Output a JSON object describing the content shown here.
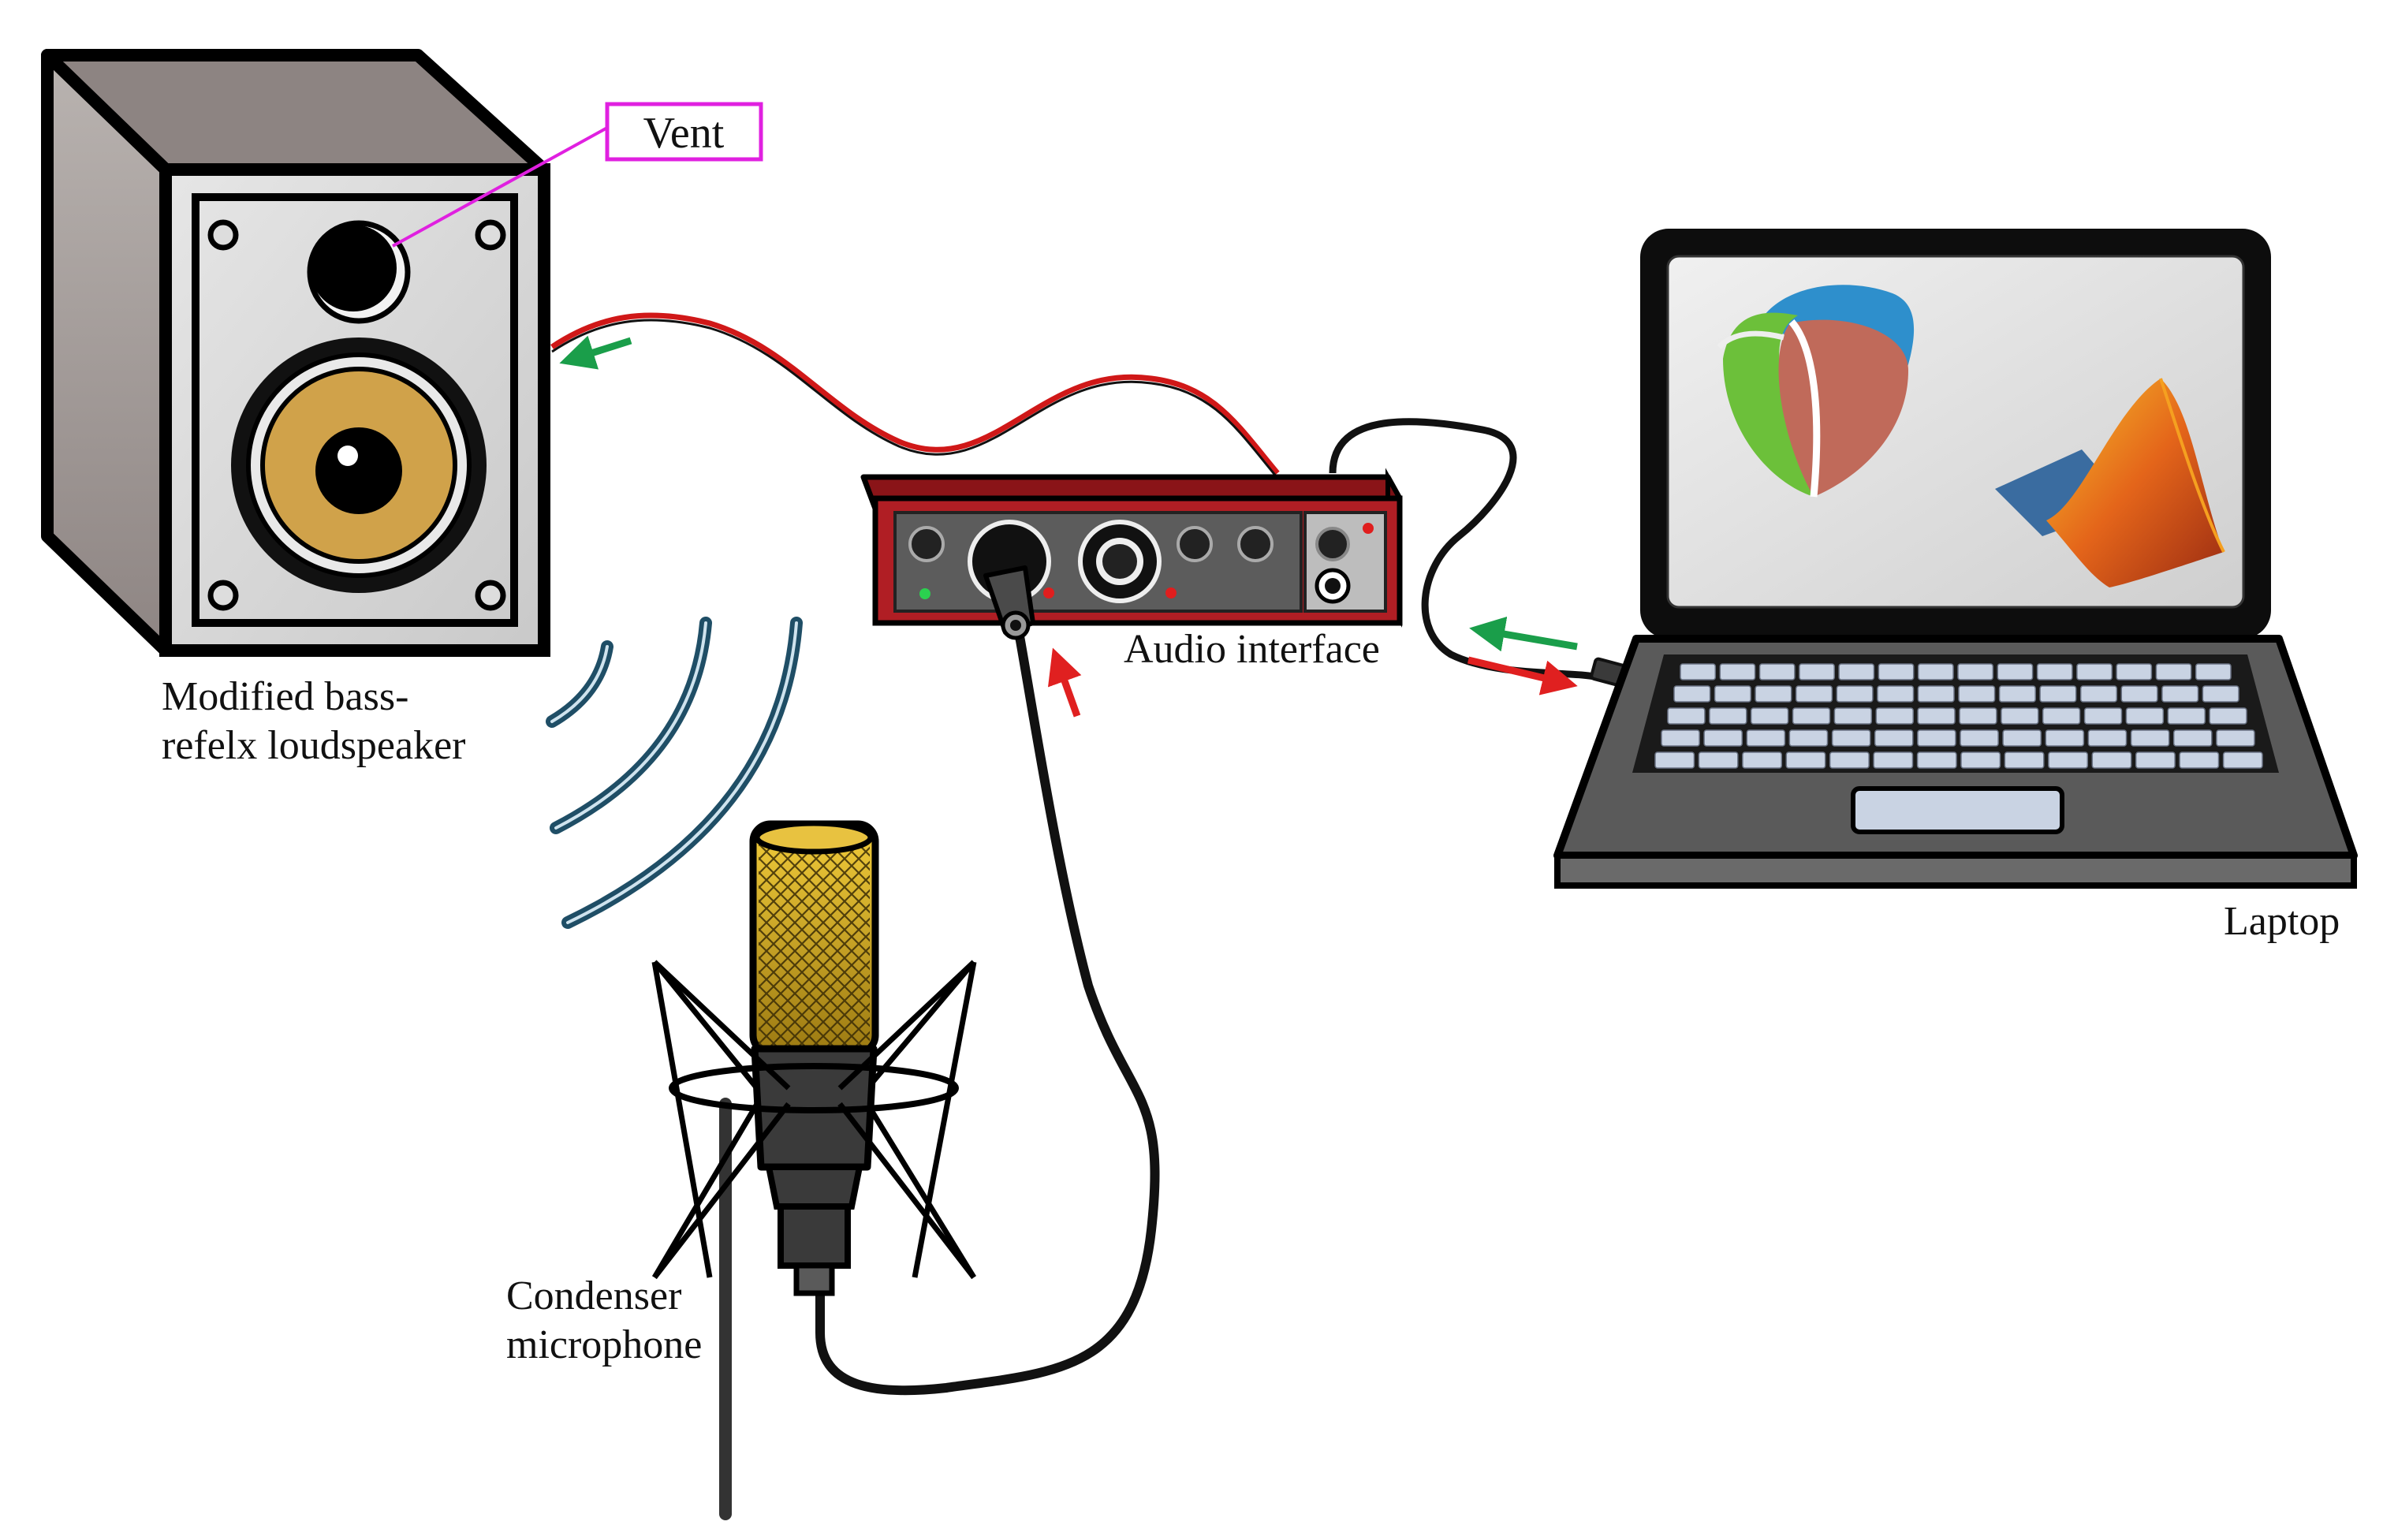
{
  "labels": {
    "vent": "Vent",
    "loudspeaker_line1": "Modified bass-",
    "loudspeaker_line2": "refelx loudspeaker",
    "audio_interface": "Audio interface",
    "laptop": "Laptop",
    "microphone_line1": "Condenser",
    "microphone_line2": "microphone"
  },
  "colors": {
    "signal_out_arrow": "#1a9e4a",
    "signal_in_arrow": "#e02020",
    "speaker_cable": "#d01818",
    "cable": "#111111",
    "interface_body": "#b01e24",
    "vent_callout": "#e020e0",
    "woofer_cone": "#d0a24a",
    "sound_waves": "#1f4e66",
    "mic_grille": "#d4a820"
  },
  "icons": {
    "reaper_logo": "reaper-logo-icon",
    "matlab_logo": "matlab-logo-icon"
  }
}
